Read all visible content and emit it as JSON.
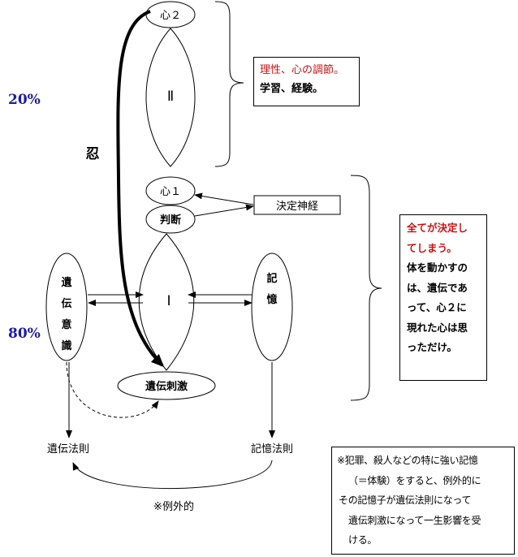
{
  "pct_top": "20%",
  "pct_bottom": "80%",
  "nin": "忍",
  "kokoro2": "心２",
  "roman2": "Ⅱ",
  "kokoro1": "心１",
  "handan": "判断",
  "roman1": "Ⅰ",
  "kettei": "決定神経",
  "iden_ishiki": [
    "遺",
    "伝",
    "意",
    "識"
  ],
  "kioku": [
    "記",
    "憶"
  ],
  "iden_shigeki": "遺伝刺激",
  "iden_hosoku": "遺伝法則",
  "kioku_hosoku": "記憶法則",
  "reigaiteki": "※例外的",
  "box_top": {
    "line1": "理性、心の調節。",
    "line2": "学習、経験。"
  },
  "box_right": {
    "red1": "全てが決定し",
    "red2": "てしまう。",
    "lines": [
      "体を動かすの",
      "は、遺伝であ",
      "って、心２に",
      "現れた心は思",
      "っただけ。"
    ]
  },
  "note": {
    "lines": [
      "※犯罪、殺人などの特に強い記憶",
      "（＝体験）をすると、例外的に",
      "その記憶子が遺伝法則になって",
      "遺伝刺激になって一生影響を受",
      "ける。"
    ]
  },
  "colors": {
    "percent": "#1a1ab0",
    "red": "#cc1111"
  }
}
